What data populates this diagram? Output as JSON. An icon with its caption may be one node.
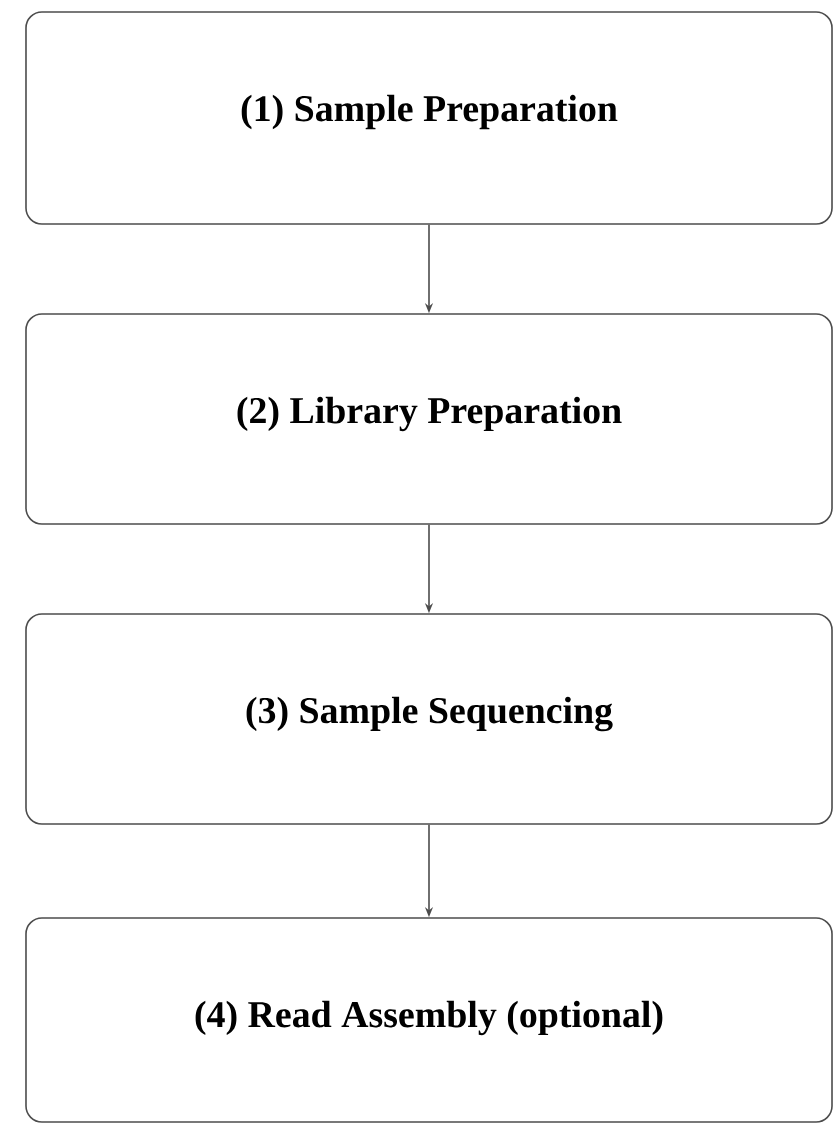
{
  "diagram": {
    "nodes": [
      {
        "text": [
          "(1) Sample Preparation"
        ]
      },
      {
        "text": [
          "(2) Library Preparation"
        ]
      },
      {
        "text": [
          "(3) Sample Sequencing"
        ]
      },
      {
        "text": [
          "(4) Read Assembly (optional)"
        ]
      }
    ],
    "edges": [
      {
        "from": 0,
        "to": 1,
        "arrow": "to"
      },
      {
        "from": 1,
        "to": 2,
        "arrow": "to"
      },
      {
        "from": 2,
        "to": 3,
        "arrow": "to"
      }
    ]
  }
}
